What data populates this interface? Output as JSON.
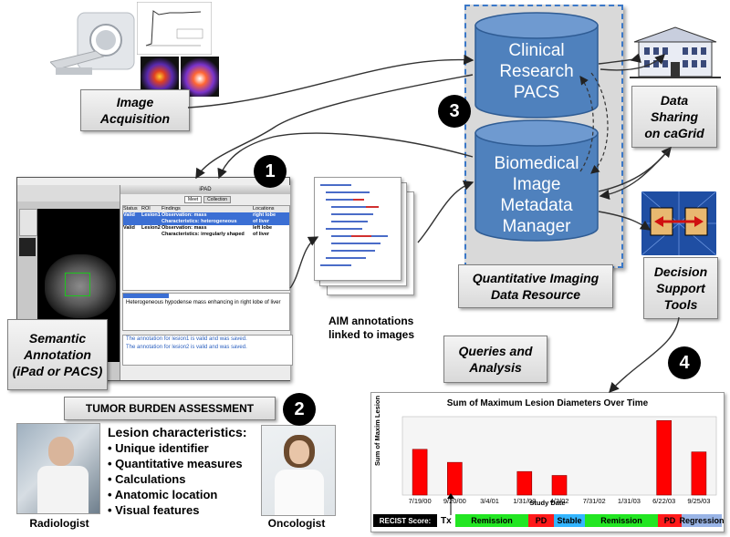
{
  "labels": {
    "image_acquisition": "Image Acquisition",
    "semantic_annotation": "Semantic Annotation (iPad or PACS)",
    "data_sharing": "Data Sharing on caGrid",
    "qidr": "Quantitative Imaging Data Resource",
    "decision_support": "Decision Support Tools",
    "queries": "Queries and Analysis",
    "aim_caption": "AIM annotations linked to images",
    "tumor_burden": "TUMOR BURDEN ASSESSMENT"
  },
  "numbers": [
    "1",
    "2",
    "3",
    "4"
  ],
  "cylinders": {
    "pacs": "Clinical Research PACS",
    "bimm": "Biomedical Image Metadata Manager"
  },
  "annotation_app": {
    "title": "iPAD",
    "tabs": [
      "Meet",
      "Collection"
    ],
    "headers": [
      "Status",
      "ROI",
      "Findings",
      "Locations"
    ],
    "rows": [
      {
        "status": "Valid",
        "roi": "Lesion1",
        "finding1": "Observation: mass",
        "finding2": "Characteristics: heterogeneous",
        "loc1": "right lobe",
        "loc2": "of liver"
      },
      {
        "status": "Valid",
        "roi": "Lesion2",
        "finding1": "Observation: mass",
        "finding2": "Characteristics: irregularly shaped",
        "loc1": "left lobe",
        "loc2": "of liver"
      }
    ],
    "description": "Heterogeneous hypodense mass enhancing in right lobe of liver",
    "log": [
      "The annotation for lesion1 is valid and was saved.",
      "The annotation for lesion2 is valid and was saved."
    ]
  },
  "lesion": {
    "heading": "Lesion characteristics:",
    "items": [
      "Unique identifier",
      "Quantitative measures",
      "Calculations",
      "Anatomic location",
      "Visual features"
    ]
  },
  "people": {
    "radiologist": "Radiologist",
    "oncologist": "Oncologist"
  },
  "recist": {
    "label": "RECIST Score:",
    "tx": "Tx",
    "cells": [
      {
        "text": "Remission",
        "color": "#22e622"
      },
      {
        "text": "PD",
        "color": "#ff1a1a"
      },
      {
        "text": "Stable",
        "color": "#33b5ff"
      },
      {
        "text": "Remission",
        "color": "#22e622"
      },
      {
        "text": "PD",
        "color": "#ff1a1a"
      },
      {
        "text": "Regression",
        "color": "#99b4e6"
      }
    ]
  },
  "chart_data": {
    "type": "bar",
    "title": "Sum of Maximum Lesion Diameters Over Time",
    "xlabel": "Study Date",
    "ylabel": "Sum of Maxim Lesion",
    "categories": [
      "7/19/00",
      "9/20/00",
      "3/4/01",
      "1/31/02",
      "4/3/02",
      "7/31/02",
      "1/31/03",
      "6/22/03",
      "9/25/03"
    ],
    "values": [
      3.5,
      2.5,
      0,
      1.8,
      1.5,
      0,
      0,
      5.7,
      3.3
    ],
    "ylim": [
      0,
      6
    ],
    "bar_color": "#ff0000",
    "grid": false
  }
}
